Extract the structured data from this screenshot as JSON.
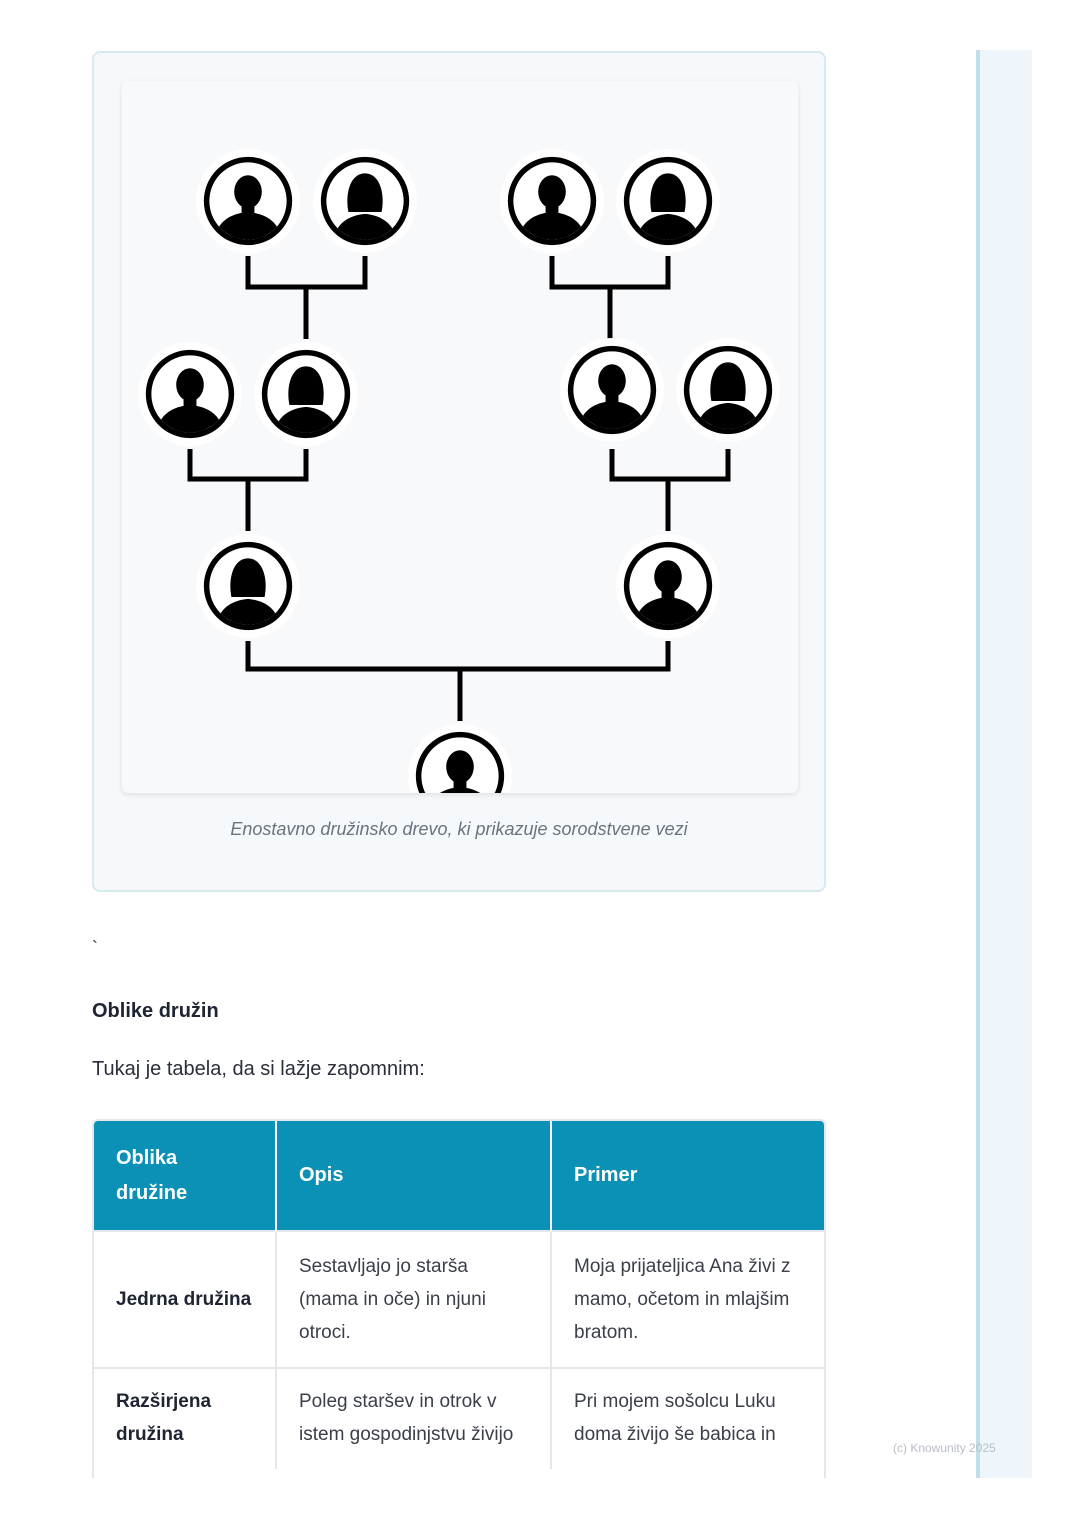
{
  "figure": {
    "caption": "Enostavno družinsko drevo, ki prikazuje sorodstvene vezi"
  },
  "stray_mark": "`",
  "section": {
    "heading": "Oblike družin",
    "intro": "Tukaj je tabela, da si lažje zapomnim:"
  },
  "table": {
    "headers": [
      "Oblika družine",
      "Opis",
      "Primer"
    ],
    "rows": [
      {
        "type": "Jedrna družina",
        "description": "Sestavljajo jo starša (mama in oče) in njuni otroci.",
        "example": "Moja prijateljica Ana živi z mamo, očetom in mlajšim bratom."
      },
      {
        "type": "Razširjena družina",
        "description": "Poleg staršev in otrok v istem gospodinjstvu živijo",
        "example": "Pri mojem sošolcu Luku doma živijo še babica in"
      }
    ]
  },
  "watermark": "(c) Knowunity 2025",
  "colors": {
    "header_bg": "#0a91b5",
    "side_panel": "#eef6fc",
    "card_border": "#d6eaf0"
  }
}
